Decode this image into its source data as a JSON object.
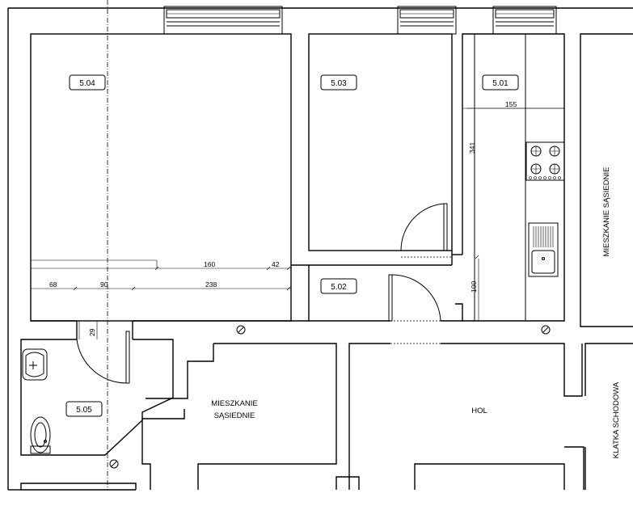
{
  "rooms": {
    "r504": "5.04",
    "r503": "5.03",
    "r501": "5.01",
    "r502": "5.02",
    "r505": "5.05"
  },
  "areas": {
    "neighbor_left_line1": "MIESZKANIE",
    "neighbor_left_line2": "SĄSIEDNIE",
    "neighbor_right": "MIESZKANIE SĄSIEDNIE",
    "hall": "HOL",
    "staircase": "KLATKA SCHODOWA"
  },
  "dimensions": {
    "d160": "160",
    "d42": "42",
    "d68": "68",
    "d90": "90",
    "d238": "238",
    "d29": "29",
    "d155": "155",
    "d341": "341",
    "d100": "100"
  }
}
